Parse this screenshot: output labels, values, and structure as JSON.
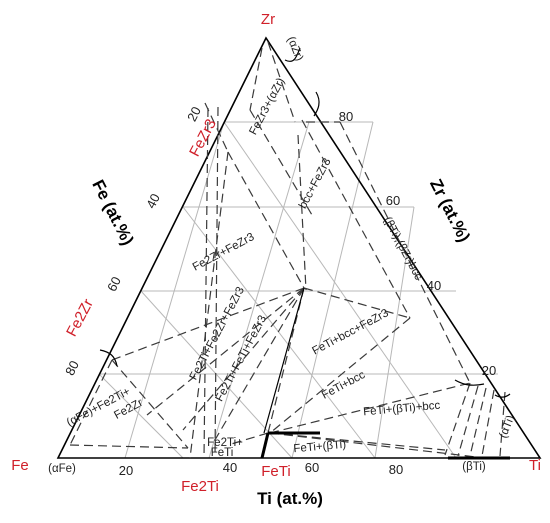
{
  "vertices": {
    "zr": "Zr",
    "fe": "Fe",
    "ti": "Ti"
  },
  "compounds": {
    "fezr3": "FeZr3",
    "fe2zr": "Fe2Zr",
    "fe2ti": "Fe2Ti",
    "feti": "FeTi"
  },
  "axis_titles": {
    "fe": "Fe (at.%)",
    "zr": "Zr (at.%)",
    "ti": "Ti (at.%)"
  },
  "ticks": {
    "left": [
      "20",
      "40",
      "60",
      "80"
    ],
    "right": [
      "80",
      "60",
      "40",
      "20"
    ],
    "bottom": [
      "20",
      "40",
      "60",
      "80"
    ]
  },
  "phases": {
    "alpha_zr": "(αZr)",
    "fezr3_alpha_zr": "FeZr3+(αZr)",
    "bcc_fezr3": "bcc+FeZr3",
    "beta_bcc": "(βTi),(βZr)bcc",
    "fe2zr_fezr3": "Fe2Zr+FeZr3",
    "fe2ti_fe2zr_fezr3": "Fe2Ti+Fe2Zr+FeZr3",
    "fe2ti_feti_fezr3": "Fe2Ti+FeTi+FeZr3",
    "feti_bcc_fezr3": "FeTi+bcc+FeZr3",
    "alpha_fe_fe2ti": "(αFe)+Fe2Ti+",
    "fe2zr_small": "Fe2Zr",
    "feti_bcc": "FeTi+bcc",
    "feti_beta_bcc": "FeTi+(βTi)+bcc",
    "fe2ti_plus": "Fe2Ti+",
    "feti_small": "FeTi",
    "feti_beta": "FeTi+(βTi)",
    "alpha_ti": "(αTi)",
    "alpha_fe": "(αFe)",
    "beta_ti": "(βTi)"
  }
}
